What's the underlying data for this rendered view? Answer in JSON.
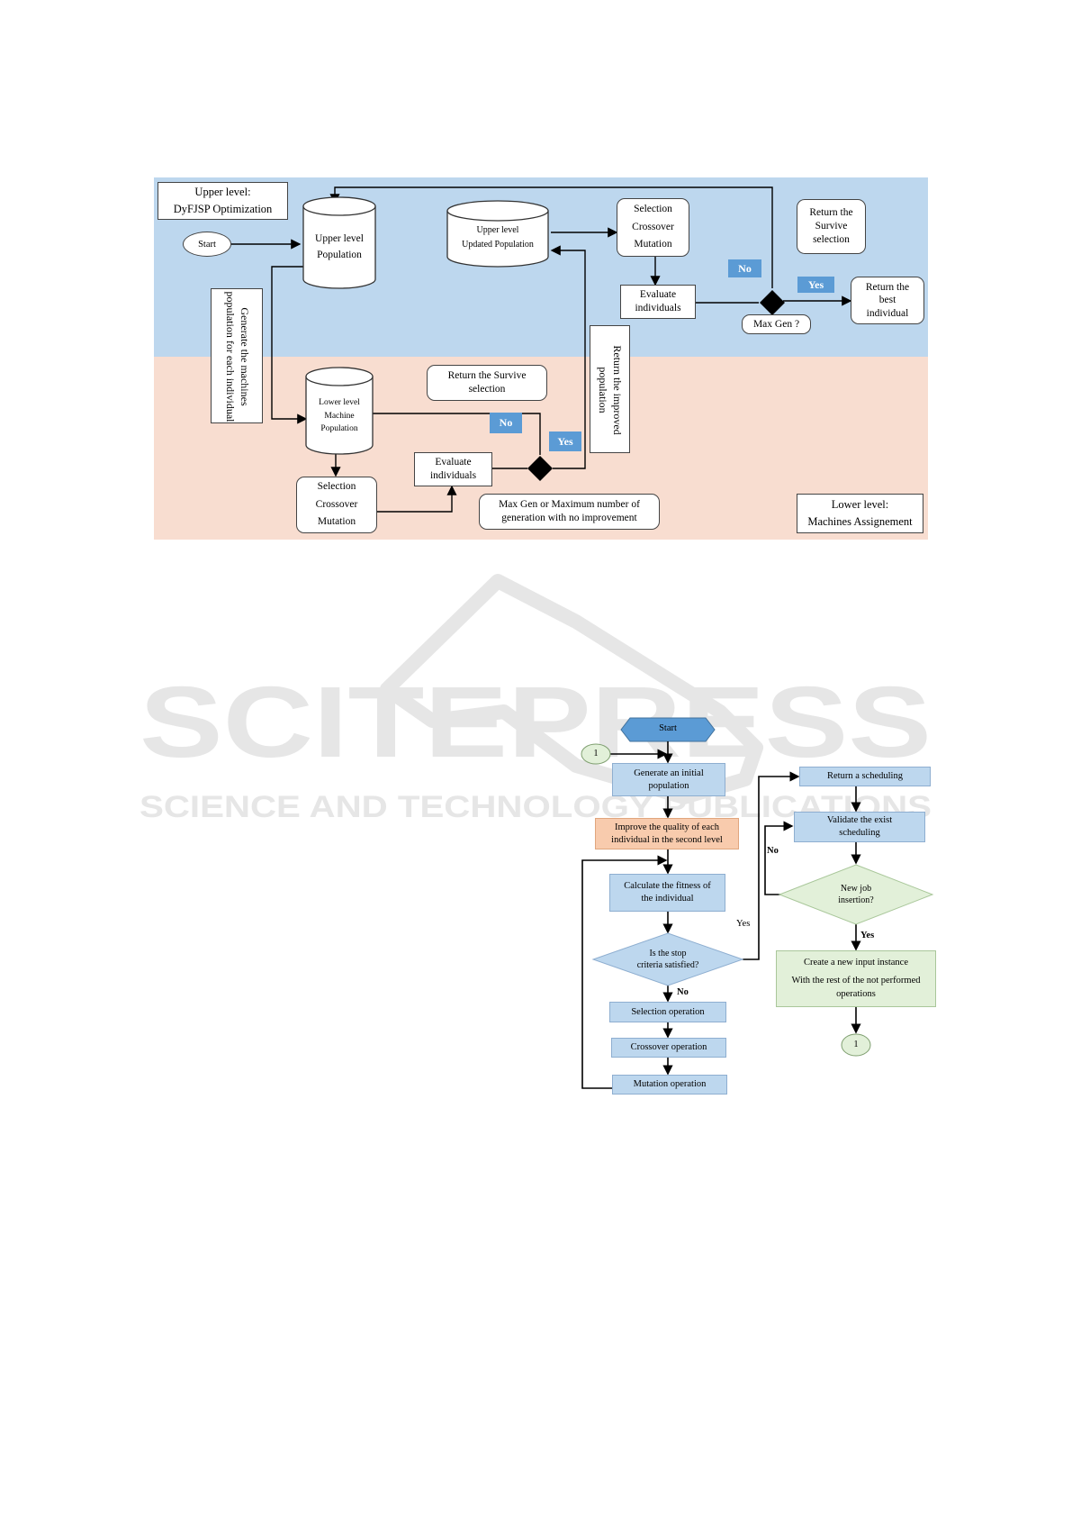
{
  "fig1": {
    "upper_level_title": "Upper level:",
    "upper_level_subtitle": "DyFJSP Optimization",
    "start": "Start",
    "upper_population": [
      "Upper level",
      "Population"
    ],
    "updated_population": [
      "Upper level",
      "Updated Population"
    ],
    "upper_ops": [
      "Selection",
      "Crossover",
      "Mutation"
    ],
    "return_survive_upper": [
      "Return the",
      "Survive",
      "selection"
    ],
    "no_upper": "No",
    "yes_upper": "Yes",
    "evaluate_upper": [
      "Evaluate",
      "individuals"
    ],
    "max_gen": "Max Gen ?",
    "return_best": [
      "Return the",
      "best",
      "individual"
    ],
    "generate_machines": [
      "Generate the machines",
      "population for each individual"
    ],
    "return_improved": [
      "Return the improved",
      "population"
    ],
    "lower_population": [
      "Lower level",
      "Machine",
      "Population"
    ],
    "return_survive_lower": [
      "Return the Survive",
      "selection"
    ],
    "no_lower": "No",
    "yes_lower": "Yes",
    "evaluate_lower": [
      "Evaluate",
      "individuals"
    ],
    "lower_ops": [
      "Selection",
      "Crossover",
      "Mutation"
    ],
    "stop_condition": [
      "Max Gen or Maximum number of",
      "generation with no improvement"
    ],
    "lower_level_title": "Lower level:",
    "lower_level_subtitle": "Machines Assignement"
  },
  "fig2": {
    "start": "Start",
    "connector_in": "1",
    "generate_initial": [
      "Generate an initial",
      "population"
    ],
    "improve_quality": [
      "Improve the quality of each",
      "individual in the second level"
    ],
    "calc_fitness": [
      "Calculate the fitness of",
      "the individual"
    ],
    "stop_criteria": [
      "Is the stop",
      "criteria satisfied?"
    ],
    "no_label": "No",
    "yes_label": "Yes",
    "selection_op": "Selection operation",
    "crossover_op": "Crossover operation",
    "mutation_op": "Mutation operation",
    "return_scheduling": "Return a scheduling",
    "validate_scheduling": [
      "Validate the exist",
      "scheduling"
    ],
    "no_label_right": "No",
    "new_job": [
      "New job",
      "insertion?"
    ],
    "yes_label_right": "Yes",
    "create_instance": [
      "Create a new input instance",
      "With the rest of the not performed",
      "operations"
    ],
    "connector_out": "1"
  },
  "watermark": {
    "main": "SCITEPRESS",
    "sub": "SCIENCE AND TECHNOLOGY PUBLICATIONS"
  },
  "colors": {
    "upper_band": "#bdd7ee",
    "lower_band": "#f8ddd0",
    "tag_blue": "#5b9bd5",
    "flow_blue": "#bdd7ee",
    "flow_orange": "#f8cbad",
    "flow_green": "#e2f0d9",
    "watermark": "#e6e6e6"
  }
}
